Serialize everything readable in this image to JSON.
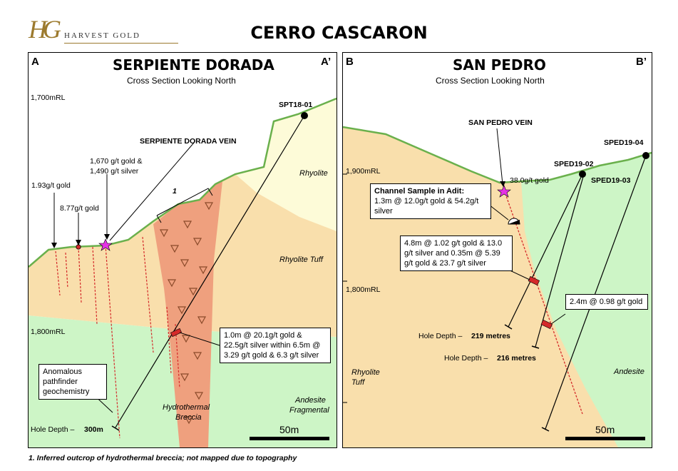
{
  "header": {
    "logo_mark": "HG",
    "logo_text": "HARVEST GOLD",
    "title": "CERRO CASCARON"
  },
  "panel_a": {
    "corner_left": "A",
    "corner_right": "A’",
    "title": "SERPIENTE DORADA",
    "subtitle": "Cross Section Looking North",
    "rl_labels": [
      "1,700mRL",
      "1,800mRL"
    ],
    "drillhole": "SPT18-01",
    "vein_label": "SERPIENTE DORADA VEIN",
    "inferred_marker": "1",
    "samples": {
      "s1": "1.93g/t gold",
      "s2": "8.77g/t gold",
      "s3_line1": "1,670 g/t gold &",
      "s3_line2": "1,490 g/t silver"
    },
    "units": {
      "rhyolite": "Rhyolite",
      "rhyolite_tuff": "Rhyolite  Tuff",
      "andesite_line1": "Andesite",
      "andesite_line2": "Fragmental",
      "breccia_line1": "Hydrothermal",
      "breccia_line2": "Breccia"
    },
    "intercept_box": "1.0m @ 20.1g/t gold & 22.5g/t silver within 6.5m @ 3.29 g/t gold & 6.3 g/t silver",
    "anomalous_box": "Anomalous pathfinder geochemistry",
    "hole_depth_prefix": "Hole Depth –",
    "hole_depth_value": "300m",
    "scale": "50m"
  },
  "panel_b": {
    "corner_left": "B",
    "corner_right": "B’",
    "title": "SAN PEDRO",
    "subtitle": "Cross Section Looking North",
    "rl_labels": [
      "1,900mRL",
      "1,800mRL"
    ],
    "vein_label": "SAN PEDRO VEIN",
    "vein_sample": "38.0g/t gold",
    "drillholes": [
      "SPED19-04",
      "SPED19-02",
      "SPED19-03"
    ],
    "channel_box_title": "Channel Sample in Adit:",
    "channel_box_body": "1.3m @ 12.0g/t gold & 54.2g/t silver",
    "intercept_box_1": "4.8m @ 1.02 g/t gold & 13.0 g/t silver and 0.35m @ 5.39 g/t gold & 23.7 g/t silver",
    "intercept_box_2": "2.4m @ 0.98 g/t gold",
    "hole_depth_prefix": "Hole Depth –",
    "hole_depth_1": "219 metres",
    "hole_depth_2": "216 metres",
    "units": {
      "rhyolite_tuff_line1": "Rhyolite",
      "rhyolite_tuff_line2": "Tuff",
      "andesite": "Andesite"
    },
    "scale": "50m"
  },
  "footnote": "1. Inferred outcrop  of  hydrothermal breccia;  not mapped due to topography",
  "colors": {
    "rhyolite": "#fdfbd8",
    "rhyolite_tuff": "#f9dfac",
    "andesite": "#cdf5c6",
    "breccia": "#efa07e",
    "topography": "#6ab04c",
    "vein": "#d42a2a",
    "star": "#e532e5"
  }
}
